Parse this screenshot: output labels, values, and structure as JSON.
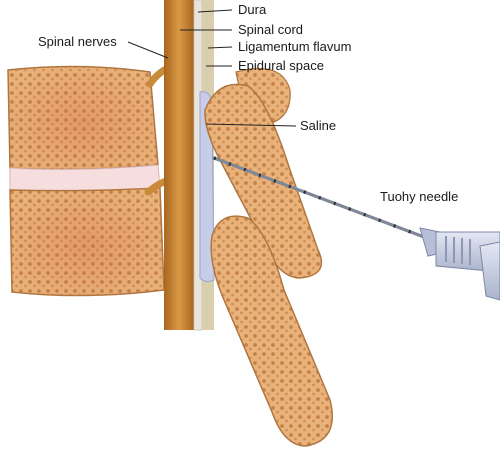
{
  "labels": {
    "dura": "Dura",
    "spinal_cord": "Spinal cord",
    "ligamentum_flavum": "Ligamentum flavum",
    "epidural_space": "Epidural space",
    "spinal_nerves": "Spinal nerves",
    "saline": "Saline",
    "tuohy_needle": "Tuohy needle"
  },
  "colors": {
    "bone": "#e8b57f",
    "bone_dark": "#c88a52",
    "disc": "#f6dede",
    "cord": "#c4822e",
    "dura": "#e9e4dc",
    "ligament": "#d9cfae",
    "saline": "#c7cde8",
    "needle": "#7f8896",
    "syringe": "#c9d0e6"
  }
}
